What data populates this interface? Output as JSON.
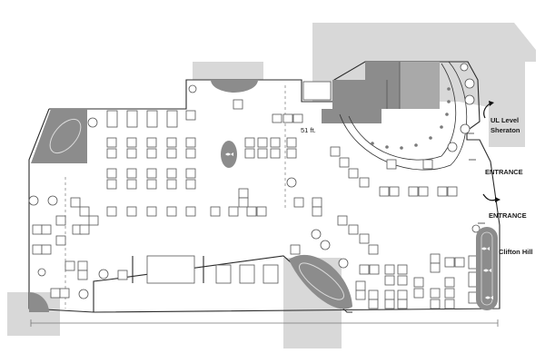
{
  "labels": {
    "dimension": "51 ft.",
    "ul_level_line1": "UL Level",
    "ul_level_line2": "Sheraton",
    "entrance_1": "ENTRANCE",
    "entrance_2": "ENTRANCE",
    "clifton_hill": "Clifton Hill"
  },
  "icons": {
    "fish": "fish-icon",
    "arrow": "curved-arrow-icon"
  },
  "colors": {
    "outline": "#2b2b2b",
    "block_light": "#d8d8d8",
    "block_dark": "#8c8c8c",
    "block_mid": "#a9a9a9",
    "table_stroke": "#555555"
  }
}
